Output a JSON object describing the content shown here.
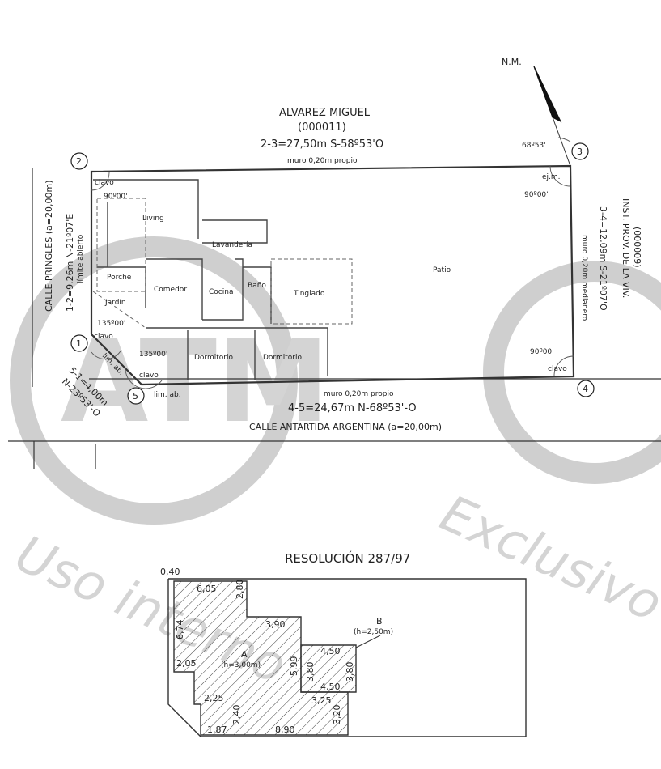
{
  "watermark": {
    "logo_text": "ATM",
    "text_1": "Uso interno",
    "text_2": "Exclusivo"
  },
  "compass": {
    "label": "N.M."
  },
  "neighbors": {
    "north": {
      "name": "ALVAREZ MIGUEL",
      "code": "(000011)"
    },
    "east": {
      "name": "INST. PROV. DE LA VIV.",
      "code": "(000009)"
    }
  },
  "streets": {
    "west": "CALLE PRINGLES (a=20,00m)",
    "south": "CALLE ANTARTIDA ARGENTINA (a=20,00m)"
  },
  "boundaries": {
    "side_2_3": "2-3=27,50m  S-58º53'O",
    "wall_2_3": "muro 0,20m propio",
    "side_1_2": "1-2=9,26m  N-21º07'E",
    "side_1_2_note": "límite abierto",
    "side_3_4": "3-4=12,09m  S-21º07'O",
    "wall_3_4": "muro 0,20m medianero",
    "side_4_5": "4-5=24,67m  N-68º53'-O",
    "wall_4_5": "muro 0,20m propio",
    "side_5_1": "5-1=4,00m",
    "side_5_1_bearing": "N-23º53'-O",
    "lim_ab_1": "lim. ab.",
    "lim_ab_2": "lim. ab."
  },
  "vertices": [
    "1",
    "2",
    "3",
    "4",
    "5"
  ],
  "angles": {
    "a2": "90º00'",
    "a3_north": "68º53'",
    "a3": "90º00'",
    "a3_em": "ej.m.",
    "a4": "90º00'",
    "a1": "135º00'",
    "a5": "135º00'"
  },
  "clavos": [
    "clavo",
    "clavo",
    "clavo",
    "clavo"
  ],
  "rooms": {
    "living": "Living",
    "lavanderia": "Lavandería",
    "patio": "Patio",
    "porche": "Porche",
    "comedor": "Comedor",
    "cocina": "Cocina",
    "bano": "Baño",
    "tinglado": "Tinglado",
    "jardin": "Jardín",
    "dormitorio_1": "Dormitorio",
    "dormitorio_2": "Dormitorio"
  },
  "resolution": {
    "title": "RESOLUCIÓN 287/97",
    "area_a_label": "A",
    "area_a_height": "(h=3,00m)",
    "area_b_label": "B",
    "area_b_height": "(h=2,50m)",
    "dimensions": [
      "0,40",
      "6,05",
      "2,80",
      "6,74",
      "3,90",
      "2,05",
      "5,99",
      "4,50",
      "3,80",
      "3,80",
      "4,50",
      "2,25",
      "3,25",
      "3,20",
      "1,87",
      "2,40",
      "8,90"
    ]
  }
}
